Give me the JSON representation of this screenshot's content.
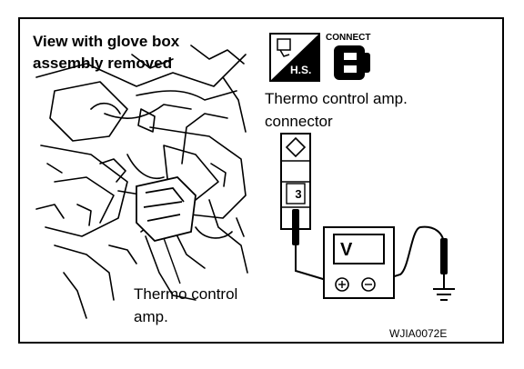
{
  "heading": {
    "line1": "View with glove box",
    "line2": "assembly removed"
  },
  "hs_icon": {
    "label": "H.S."
  },
  "connect_icon": {
    "label": "CONNECT"
  },
  "connector_label": {
    "line1": "Thermo control amp.",
    "line2": "connector"
  },
  "connector": {
    "pin": "3"
  },
  "meter": {
    "display": "V"
  },
  "amp_label": {
    "line1": "Thermo control",
    "line2": "amp."
  },
  "figure_code": "WJIA0072E"
}
